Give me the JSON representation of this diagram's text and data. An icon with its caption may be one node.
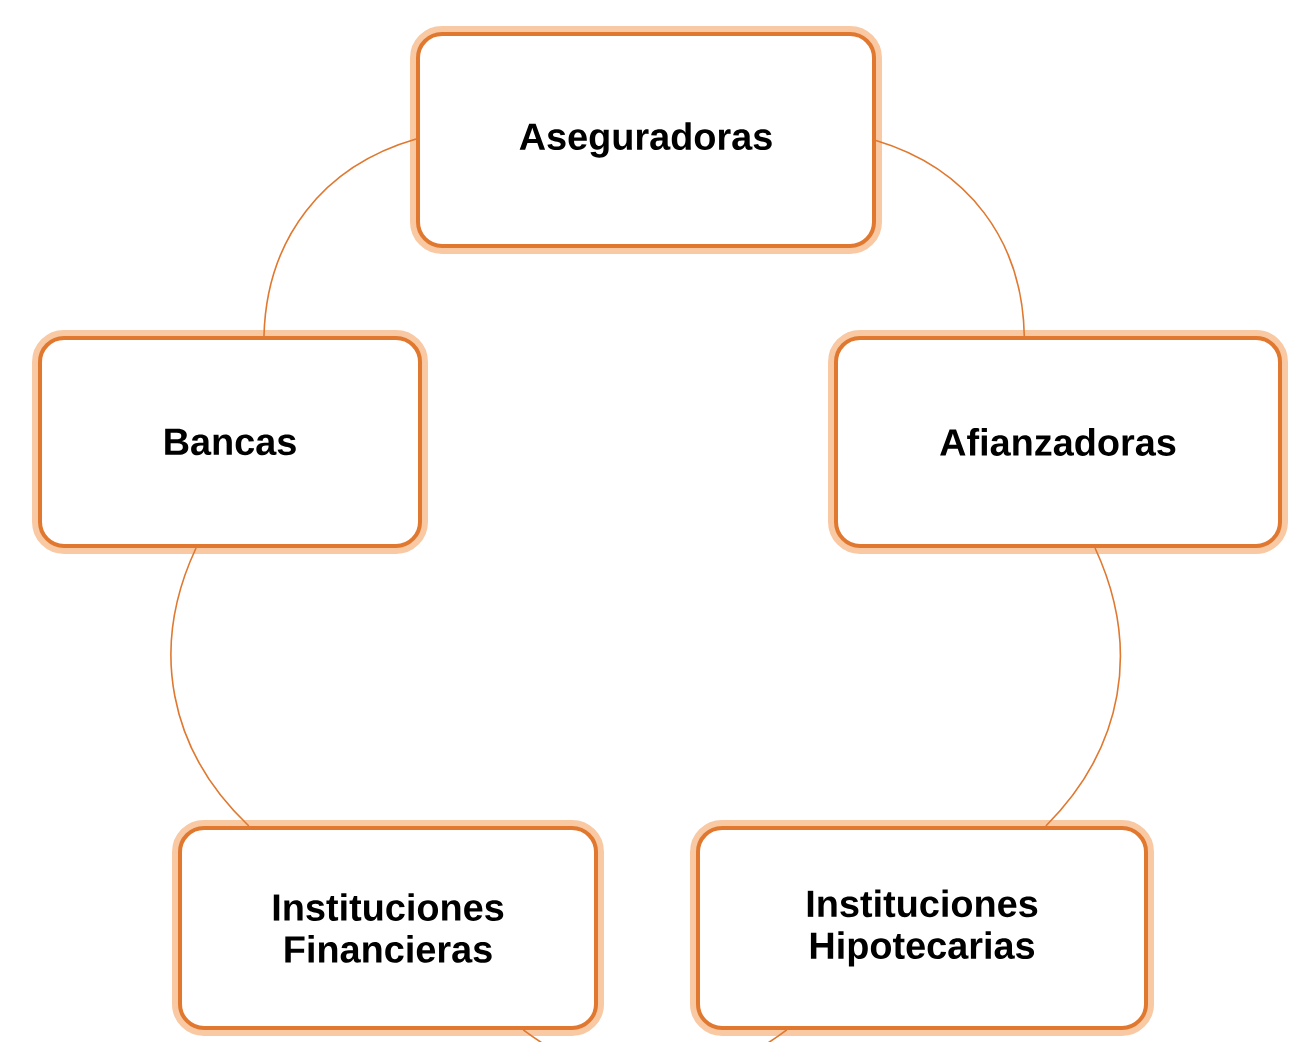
{
  "diagram": {
    "nodes": [
      {
        "text": [
          "Aseguradoras"
        ]
      },
      {
        "text": [
          "Bancas"
        ]
      },
      {
        "text": [
          "Afianzadoras"
        ]
      },
      {
        "text": [
          "Instituciones Financieras"
        ]
      },
      {
        "text": [
          "Instituciones Hipotecarias"
        ]
      }
    ],
    "edges": [
      {
        "from": 0,
        "to": 2,
        "arrow": "none"
      },
      {
        "from": 2,
        "to": 4,
        "arrow": "none"
      },
      {
        "from": 4,
        "to": 3,
        "arrow": "none"
      },
      {
        "from": 3,
        "to": 1,
        "arrow": "none"
      },
      {
        "from": 1,
        "to": 0,
        "arrow": "none"
      }
    ]
  }
}
